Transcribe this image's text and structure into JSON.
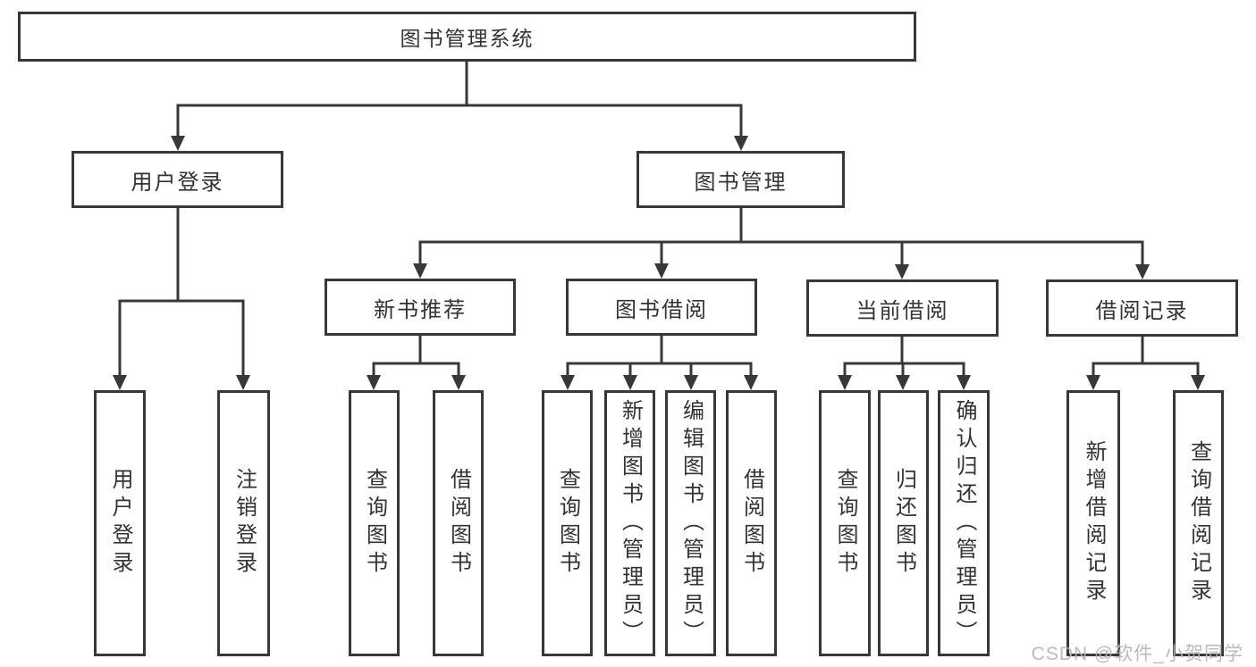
{
  "tree": {
    "label": "图书管理系统",
    "children": [
      {
        "label": "用户登录",
        "children": [
          {
            "label": "用户登录"
          },
          {
            "label": "注销登录"
          }
        ]
      },
      {
        "label": "图书管理",
        "children": [
          {
            "label": "新书推荐",
            "children": [
              {
                "label": "查询图书"
              },
              {
                "label": "借阅图书"
              }
            ]
          },
          {
            "label": "图书借阅",
            "children": [
              {
                "label": "查询图书"
              },
              {
                "label": "新增图书（管理员）"
              },
              {
                "label": "编辑图书（管理员）"
              },
              {
                "label": "借阅图书"
              }
            ]
          },
          {
            "label": "当前借阅",
            "children": [
              {
                "label": "查询图书"
              },
              {
                "label": "归还图书"
              },
              {
                "label": "确认归还（管理员）"
              }
            ]
          },
          {
            "label": "借阅记录",
            "children": [
              {
                "label": "新增借阅记录"
              },
              {
                "label": "查询借阅记录"
              }
            ]
          }
        ]
      }
    ]
  },
  "watermark": {
    "text": "CSDN @软件_小贺同学"
  },
  "colors": {
    "line": "#383838",
    "text": "#333333",
    "watermark": "#b3b3b3",
    "background": "#ffffff"
  }
}
